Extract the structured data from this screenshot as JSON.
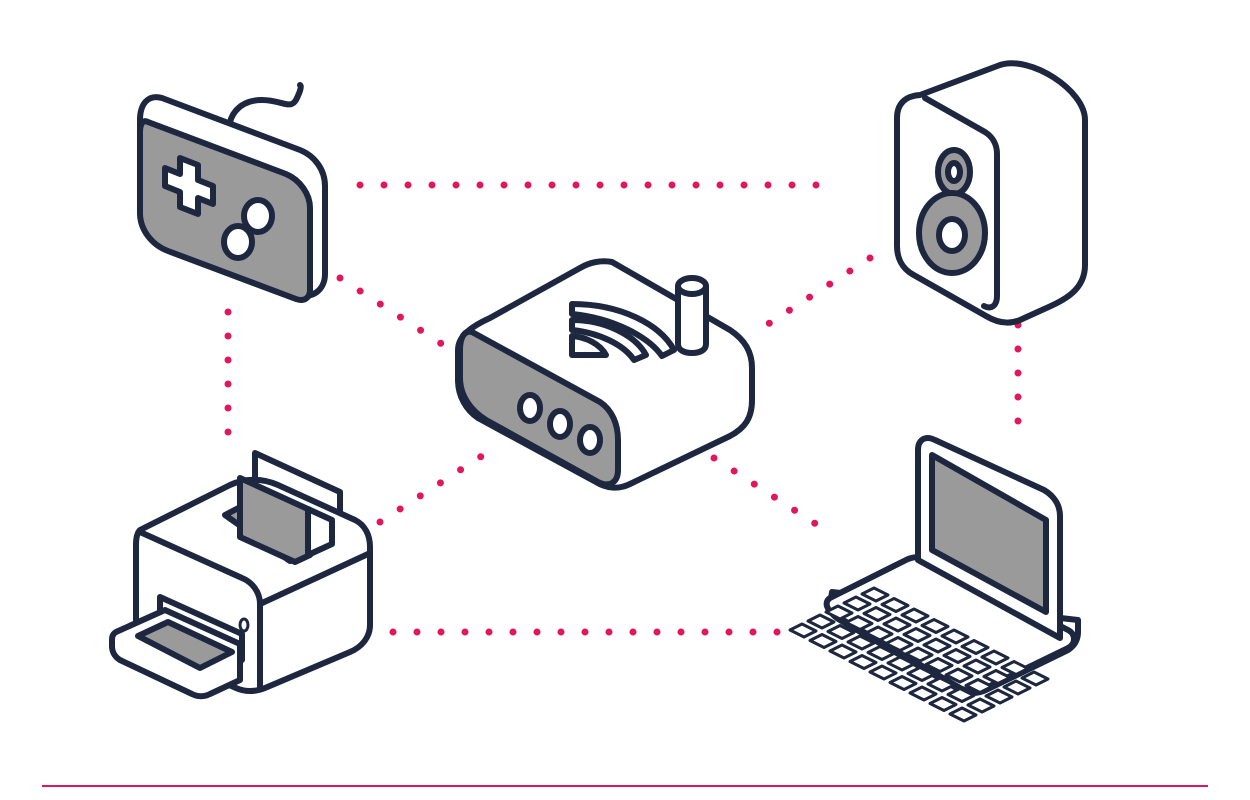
{
  "colors": {
    "background": "#ffffff",
    "outline": "#1e2740",
    "fill_gray": "#9a9a9a",
    "fill_white": "#ffffff",
    "connection": "#e3165b",
    "baseline": "#e3165b"
  },
  "diagram": {
    "hub": {
      "icon": "wifi-router-icon"
    },
    "devices": [
      {
        "id": "gamepad",
        "icon": "gamepad-icon"
      },
      {
        "id": "speaker",
        "icon": "speaker-icon"
      },
      {
        "id": "printer",
        "icon": "printer-icon"
      },
      {
        "id": "laptop",
        "icon": "laptop-icon"
      }
    ],
    "connections": [
      {
        "from": "gamepad",
        "to": "speaker"
      },
      {
        "from": "gamepad",
        "to": "router"
      },
      {
        "from": "gamepad",
        "to": "printer"
      },
      {
        "from": "speaker",
        "to": "router"
      },
      {
        "from": "speaker",
        "to": "laptop"
      },
      {
        "from": "printer",
        "to": "router"
      },
      {
        "from": "printer",
        "to": "laptop"
      },
      {
        "from": "router",
        "to": "laptop"
      }
    ],
    "connection_style": "dotted"
  }
}
